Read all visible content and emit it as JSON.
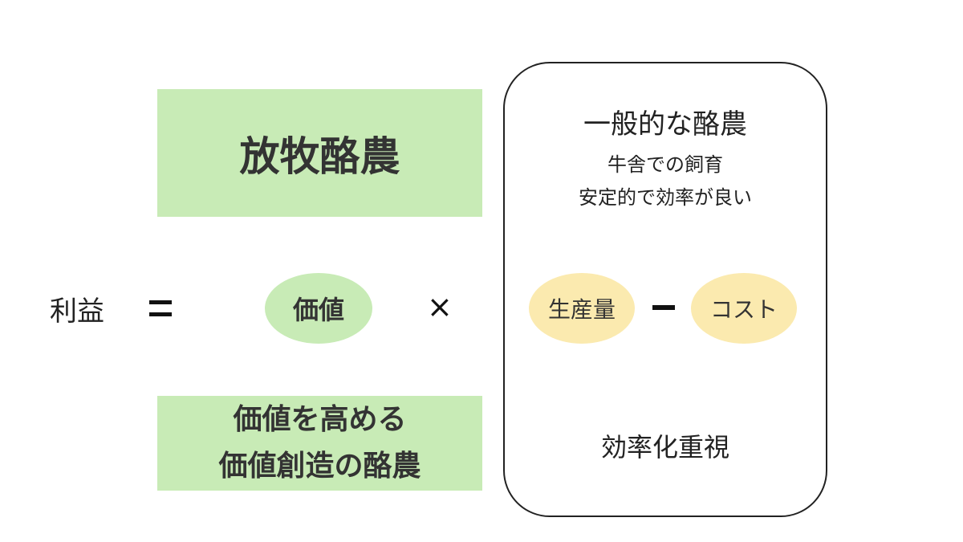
{
  "diagram": {
    "left_top_box": "放牧酪農",
    "left_bottom_box": {
      "line1": "価値を高める",
      "line2": "価値創造の酪農"
    },
    "profit_label": "利益",
    "value_label": "価値",
    "times_symbol": "×",
    "right_box": {
      "title": "一般的な酪農",
      "subtitle_line1": "牛舎での飼育",
      "subtitle_line2": "安定的で効率が良い",
      "production_label": "生産量",
      "cost_label": "コスト",
      "footer": "効率化重視"
    },
    "colors": {
      "green": "#c8ebb6",
      "yellow": "#fbeaaf",
      "border": "#222222"
    }
  }
}
